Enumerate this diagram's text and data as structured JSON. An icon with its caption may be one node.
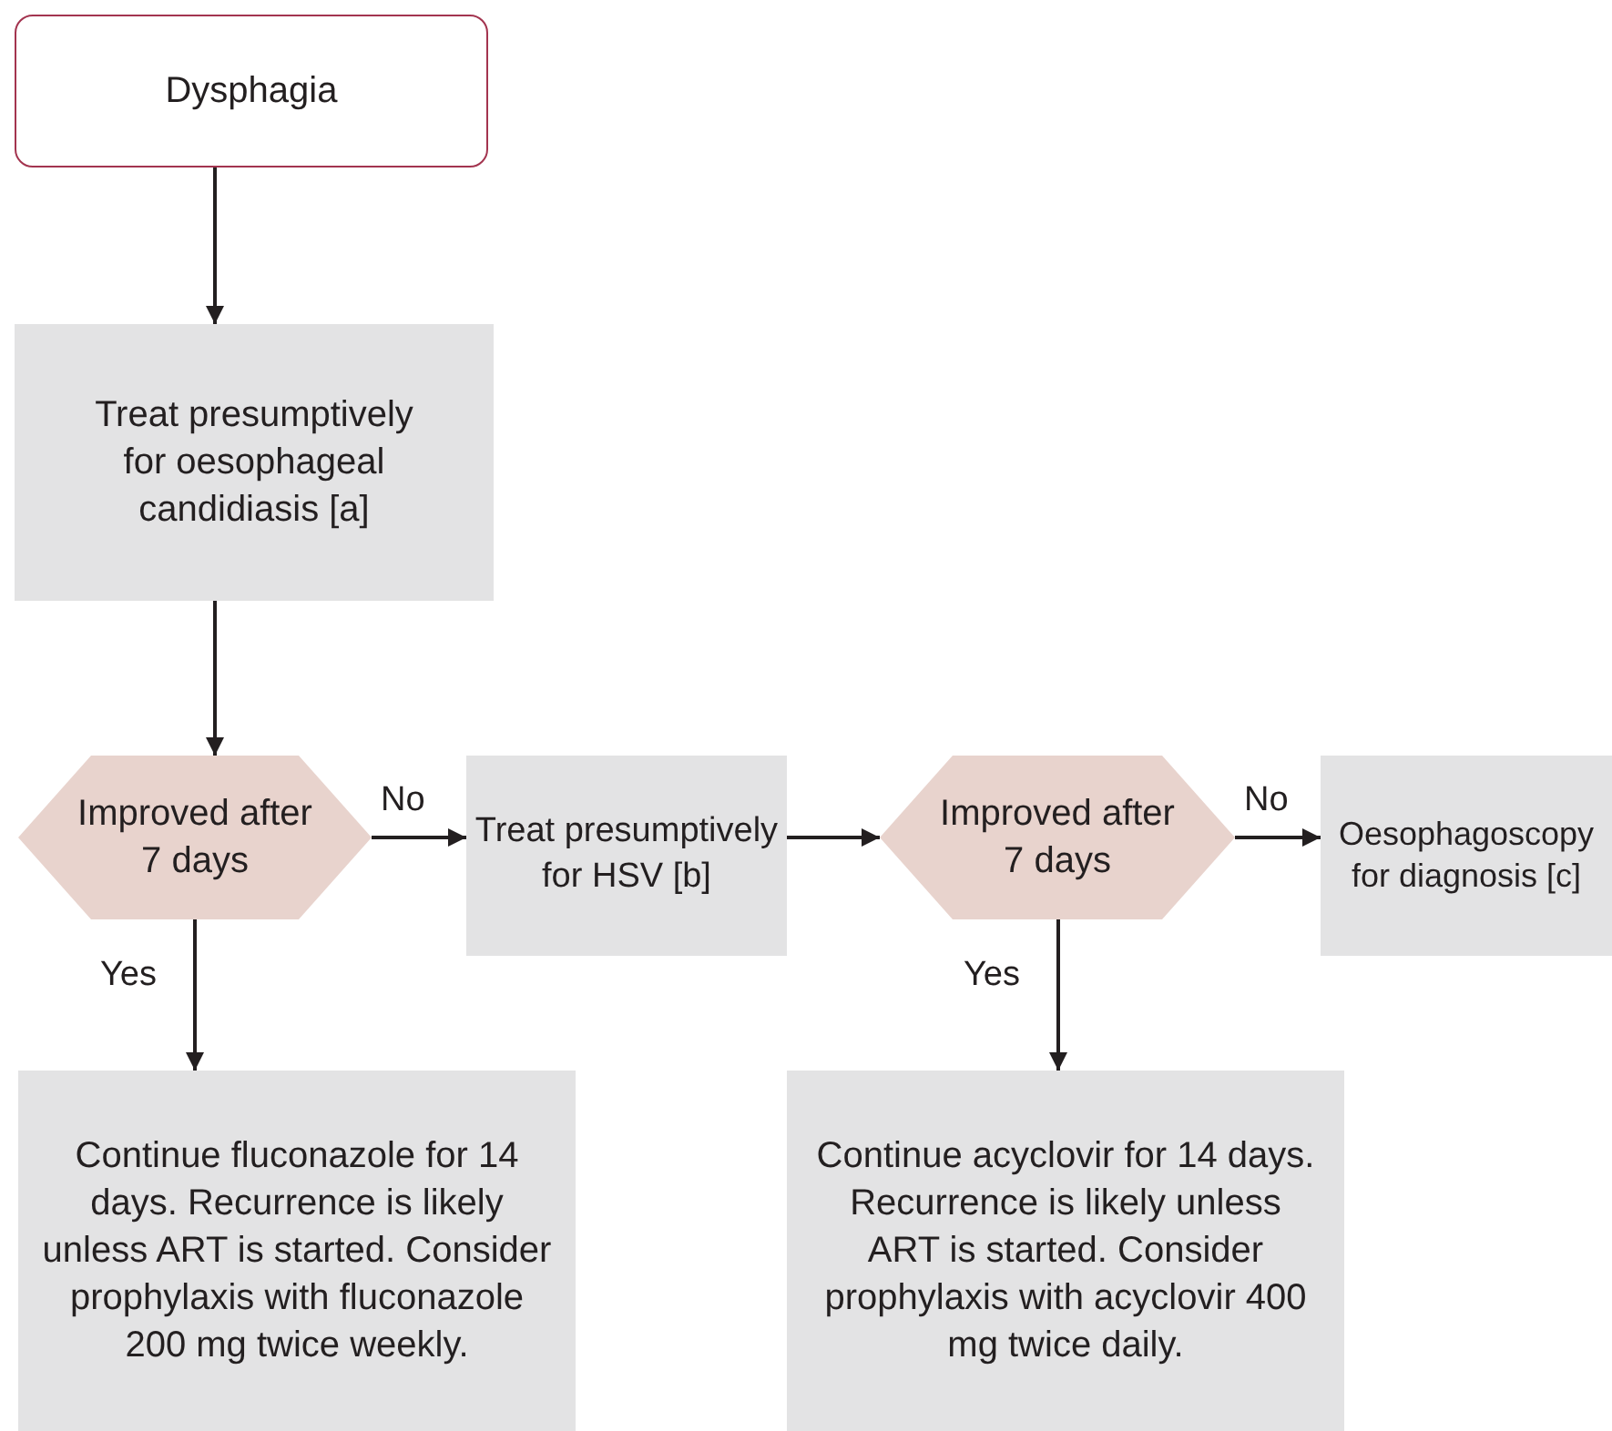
{
  "diagram": {
    "nodes": [
      {
        "text": [
          "Dysphagia"
        ]
      },
      {
        "text": [
          "Treat presumptively for oesophageal candidiasis [a]"
        ]
      },
      {
        "text": [
          "Improved after 7 days"
        ]
      },
      {
        "text": [
          "Treat presumptively for HSV [b]"
        ]
      },
      {
        "text": [
          "Improved after 7 days"
        ]
      },
      {
        "text": [
          "Oesophagoscopy for diagnosis [c]"
        ]
      },
      {
        "text": [
          "Continue fluconazole for 14 days. Recurrence is likely unless ART is started. Consider prophylaxis with fluconazole 200 mg twice weekly."
        ]
      },
      {
        "text": [
          "Continue acyclovir for 14 days. Recurrence is likely unless ART is started. Consider prophylaxis with acyclovir 400 mg twice daily."
        ]
      }
    ],
    "edges": [
      {
        "from": 0,
        "to": 1,
        "arrow": "to"
      },
      {
        "from": 1,
        "to": 2,
        "arrow": "to"
      },
      {
        "from": 2,
        "to": 3,
        "arrow": "to",
        "label": "No"
      },
      {
        "from": 2,
        "to": 6,
        "arrow": "to",
        "label": "Yes"
      },
      {
        "from": 3,
        "to": 4,
        "arrow": "to"
      },
      {
        "from": 4,
        "to": 5,
        "arrow": "to",
        "label": "No"
      },
      {
        "from": 4,
        "to": 7,
        "arrow": "to",
        "label": "Yes"
      }
    ]
  }
}
